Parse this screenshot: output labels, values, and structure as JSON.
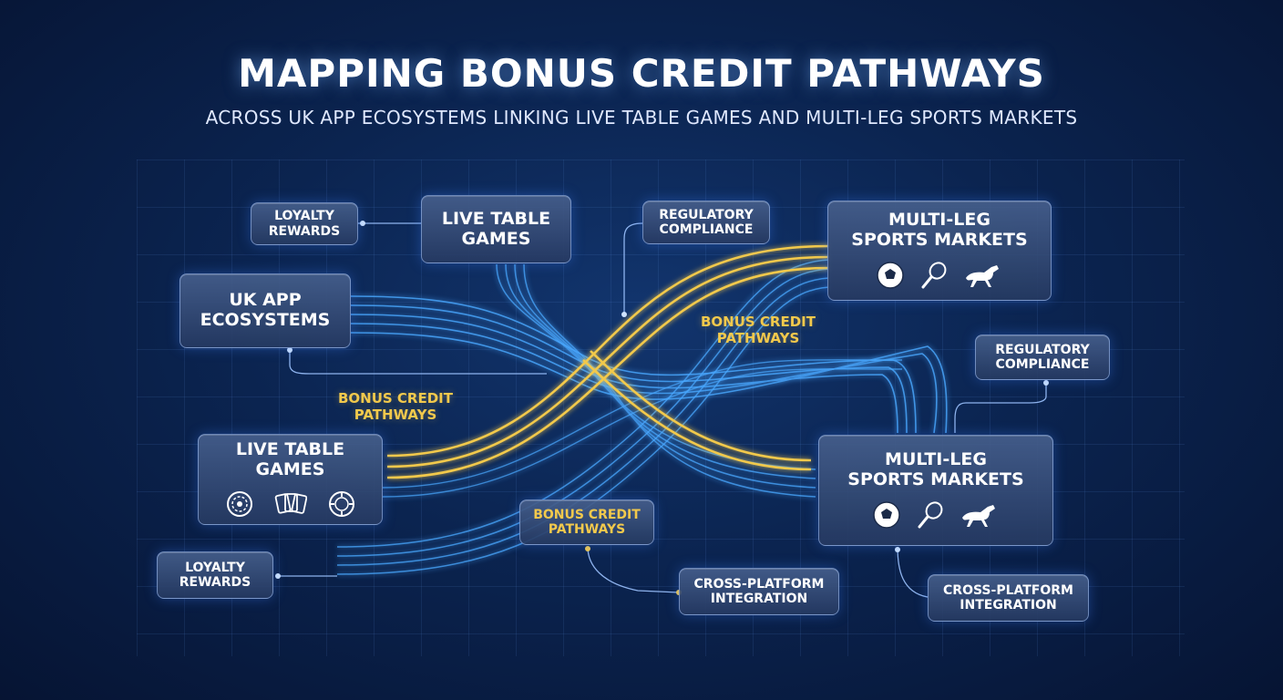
{
  "header": {
    "title": "MAPPING BONUS CREDIT PATHWAYS",
    "subtitle": "ACROSS UK APP ECOSYSTEMS LINKING LIVE TABLE GAMES AND MULTI-LEG SPORTS MARKETS"
  },
  "nodes": {
    "loyalty_top": "LOYALTY\nREWARDS",
    "live_table_top": "LIVE TABLE\nGAMES",
    "regulatory_top": "REGULATORY\nCOMPLIANCE",
    "multi_leg_top": "MULTI-LEG\nSPORTS MARKETS",
    "uk_app": "UK APP\nECOSYSTEMS",
    "regulatory_right": "REGULATORY\nCOMPLIANCE",
    "live_table_left": "LIVE TABLE\nGAMES",
    "multi_leg_right": "MULTI-LEG\nSPORTS MARKETS",
    "loyalty_bottom": "LOYALTY\nREWARDS",
    "bonus_box": "BONUS CREDIT\nPATHWAYS",
    "cross_platform_center": "CROSS-PLATFORM\nINTEGRATION",
    "cross_platform_right": "CROSS-PLATFORM\nINTEGRATION"
  },
  "pathway_labels": {
    "center": "BONUS CREDIT\nPATHWAYS",
    "left": "BONUS CREDIT\nPATHWAYS"
  },
  "icons": {
    "sports": [
      "soccer-ball-icon",
      "tennis-racket-icon",
      "racehorse-icon"
    ],
    "casino": [
      "roulette-wheel-icon",
      "playing-cards-icon",
      "casino-chip-icon"
    ]
  },
  "colors": {
    "background": "#0b2450",
    "wire_blue": "#4aa8ff",
    "wire_gold": "#f2c94c",
    "box_fill": "#2f4a7a"
  }
}
